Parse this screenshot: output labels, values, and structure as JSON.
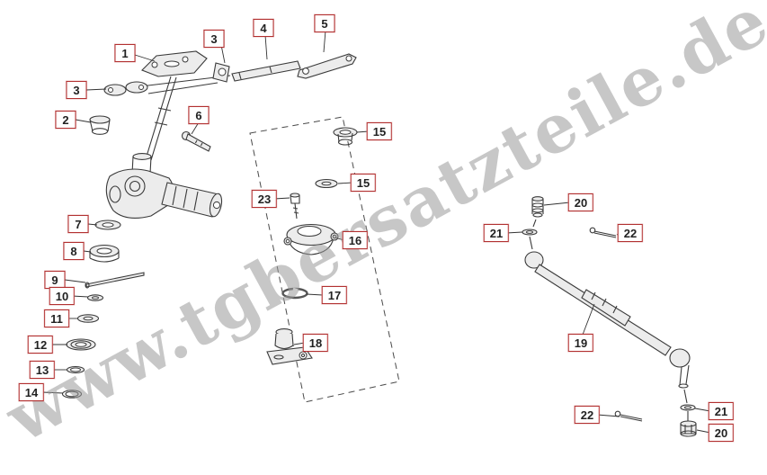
{
  "watermark": {
    "text": "www.tgbersatzteile.de"
  },
  "colors": {
    "label_border": "#b23030",
    "label_text": "#222222",
    "line": "#3a3a3a",
    "watermark": "#9a9a9a"
  },
  "labels": [
    {
      "text": "1"
    },
    {
      "text": "3"
    },
    {
      "text": "4"
    },
    {
      "text": "5"
    },
    {
      "text": "3"
    },
    {
      "text": "2"
    },
    {
      "text": "6"
    },
    {
      "text": "15"
    },
    {
      "text": "15"
    },
    {
      "text": "23"
    },
    {
      "text": "16"
    },
    {
      "text": "7"
    },
    {
      "text": "8"
    },
    {
      "text": "9"
    },
    {
      "text": "10"
    },
    {
      "text": "11"
    },
    {
      "text": "12"
    },
    {
      "text": "13"
    },
    {
      "text": "14"
    },
    {
      "text": "17"
    },
    {
      "text": "18"
    },
    {
      "text": "19"
    },
    {
      "text": "20"
    },
    {
      "text": "21"
    },
    {
      "text": "22"
    },
    {
      "text": "22"
    },
    {
      "text": "21"
    },
    {
      "text": "20"
    }
  ]
}
